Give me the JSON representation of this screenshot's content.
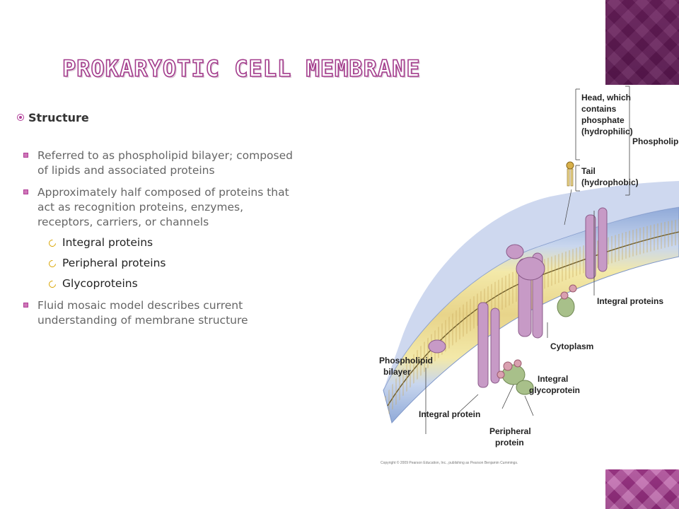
{
  "slide": {
    "title": "Prokaryotic Cell Membrane",
    "heading": "Structure",
    "bullets": [
      "Referred to as phospholipid bilayer; composed of lipids and associated proteins",
      "Approximately half composed of proteins that act as recognition proteins, enzymes, receptors, carriers, or channels",
      "Fluid mosaic model describes current understanding of membrane structure"
    ],
    "sub_bullets": [
      "Integral proteins",
      "Peripheral proteins",
      "Glycoproteins"
    ]
  },
  "figure": {
    "labels": {
      "head_1": "Head, which",
      "head_2": "contains",
      "head_3": "phosphate",
      "head_4": "(hydrophilic)",
      "tail_1": "Tail",
      "tail_2": "(hydrophobic)",
      "phospholipid": "Phospholipid",
      "integral_proteins": "Integral proteins",
      "cytoplasm": "Cytoplasm",
      "bilayer_1": "Phospholipid",
      "bilayer_2": "bilayer",
      "glyco_1": "Integral",
      "glyco_2": "glycoprotein",
      "integral_protein": "Integral protein",
      "peripheral_1": "Peripheral",
      "peripheral_2": "protein"
    },
    "copyright": "Copyright © 2009 Pearson Education, Inc., publishing as Pearson Benjamin Cummings."
  },
  "colors": {
    "accent": "#b03d97",
    "accent_dark": "#5a1650",
    "sub_bullet": "#d9a400"
  }
}
